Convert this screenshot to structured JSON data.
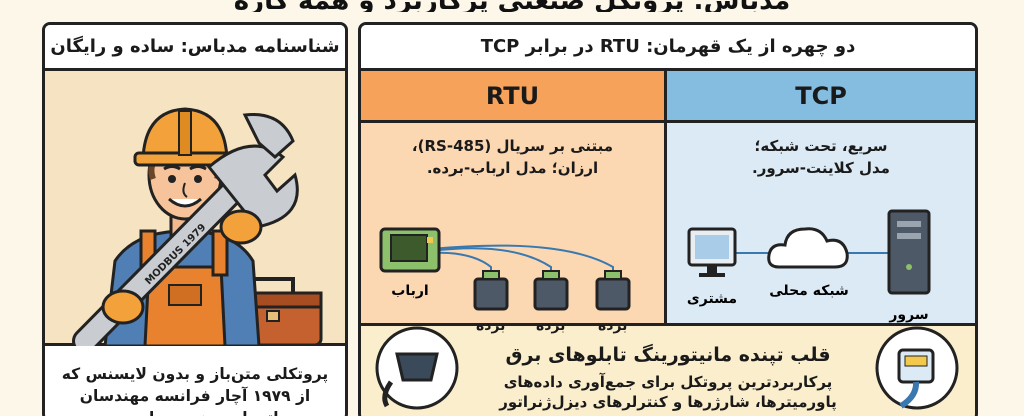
{
  "banner": "مدباس: پروتکل صنعتی پرکاربرد و همه کاره",
  "left": {
    "title": "شناسنامه مدباس: ساده و رایگان",
    "wrench_text": "MODBUS 1979",
    "description_lines": [
      "پروتکلی متن‌باز و بدون لایسنس که",
      "از ۱۹۷۹ آچار فرانسه مهندسان",
      "اتوماسیون بوده است."
    ]
  },
  "right": {
    "title": "دو چهره از یک قهرمان: RTU در برابر TCP",
    "rtu": {
      "header": "RTU",
      "lines": [
        "مبتنی بر سریال (RS-485)،",
        "ارزان؛ مدل ارباب-برده."
      ],
      "master_label": "ارباب",
      "slave_label": "برده"
    },
    "tcp": {
      "header": "TCP",
      "lines": [
        "سریع، تحت شبکه؛",
        "مدل کلاینت-سرور."
      ],
      "client_label": "مشتری",
      "network_label": "شبکه محلی",
      "server_label": "سرور"
    },
    "bottom": {
      "title": "قلب تپنده مانیتورینگ تابلوهای برق",
      "lines": [
        "پرکاربردترین پروتکل برای جمع‌آوری داده‌های",
        "پاورمیترها، شارژرها و کنترلرهای دیزل‌ژنراتور"
      ]
    }
  },
  "colors": {
    "rtu_header": "#f7a25b",
    "rtu_bg": "#fbd7b2",
    "tcp_header": "#85bde0",
    "tcp_bg": "#dbeaf4",
    "illus_bg": "#f5e3c2"
  }
}
